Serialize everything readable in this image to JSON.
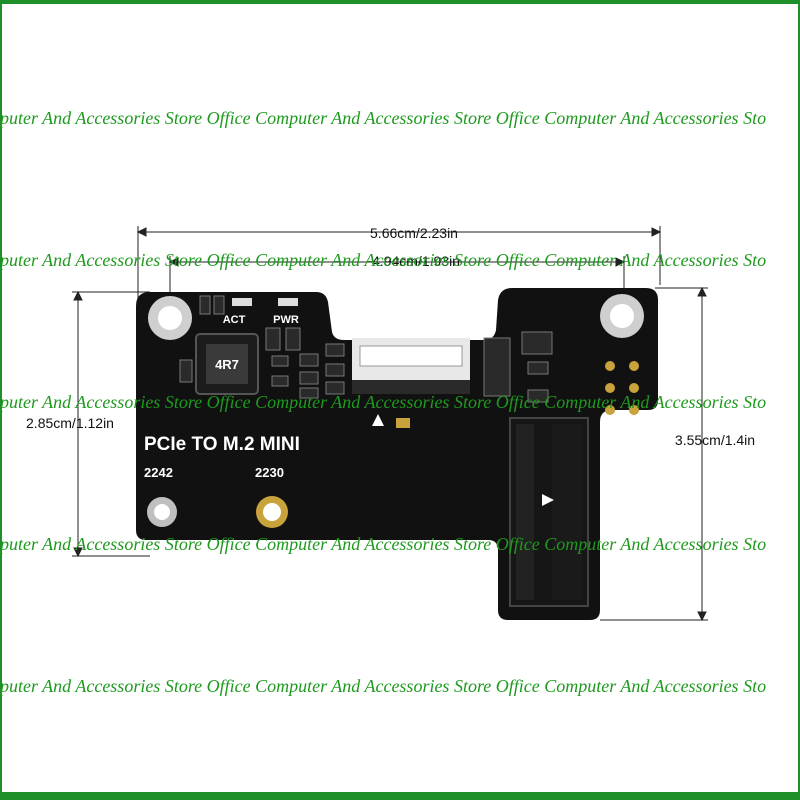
{
  "watermark": {
    "text": "puter And Accessories Store Office Computer And Accessories Store Office Computer And Accessories Sto"
  },
  "dimensions": {
    "overall_width": "5.66cm/2.23in",
    "hole_spacing": "4.94cm/1.93in",
    "left_height": "2.85cm/1.12in",
    "right_height": "3.55cm/1.4in"
  },
  "board": {
    "title": "PCIe TO M.2 MINI",
    "size_2242": "2242",
    "size_2230": "2230",
    "led_act": "ACT",
    "led_pwr": "PWR",
    "inductor_marking": "4R7"
  },
  "colors": {
    "board": "#111111",
    "watermark": "#1e9a1e",
    "frame": "#1f8f2a",
    "gold": "#c8a23a"
  }
}
